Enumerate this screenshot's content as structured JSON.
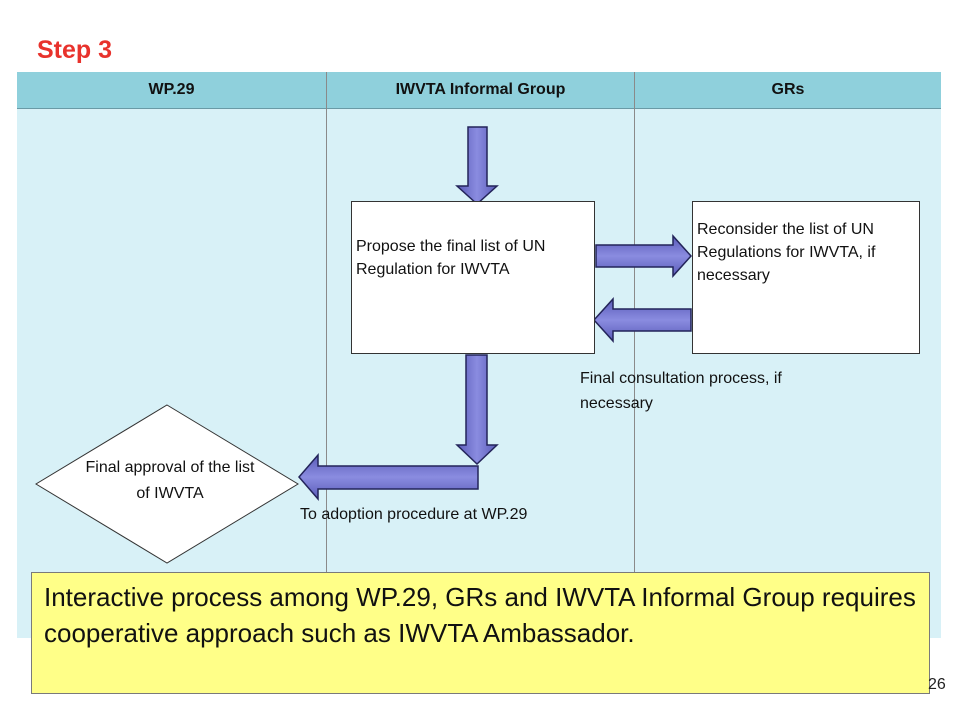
{
  "slide": {
    "title": "Step 3",
    "page_number": "26"
  },
  "lanes": [
    {
      "header": "WP.29"
    },
    {
      "header": "IWVTA Informal Group"
    },
    {
      "header": "GRs"
    }
  ],
  "nodes": {
    "propose": "Propose the final list of UN Regulation for IWVTA",
    "reconsider": "Reconsider the list of UN Regulations for IWVTA, if necessary",
    "final_approval": "Final approval of the list of IWVTA"
  },
  "labels": {
    "consultation": "Final consultation process, if necessary",
    "adoption": "To adoption procedure at WP.29"
  },
  "note": {
    "text": "Interactive process among WP.29, GRs and IWVTA Informal Group requires cooperative approach such as IWVTA Ambassador."
  },
  "colors": {
    "title": "#e8322c",
    "lane_header": "#8fd0dc",
    "lane_body": "#d8f1f7",
    "arrow_fill": "#6e6fc8",
    "note_fill": "#ffff88"
  }
}
